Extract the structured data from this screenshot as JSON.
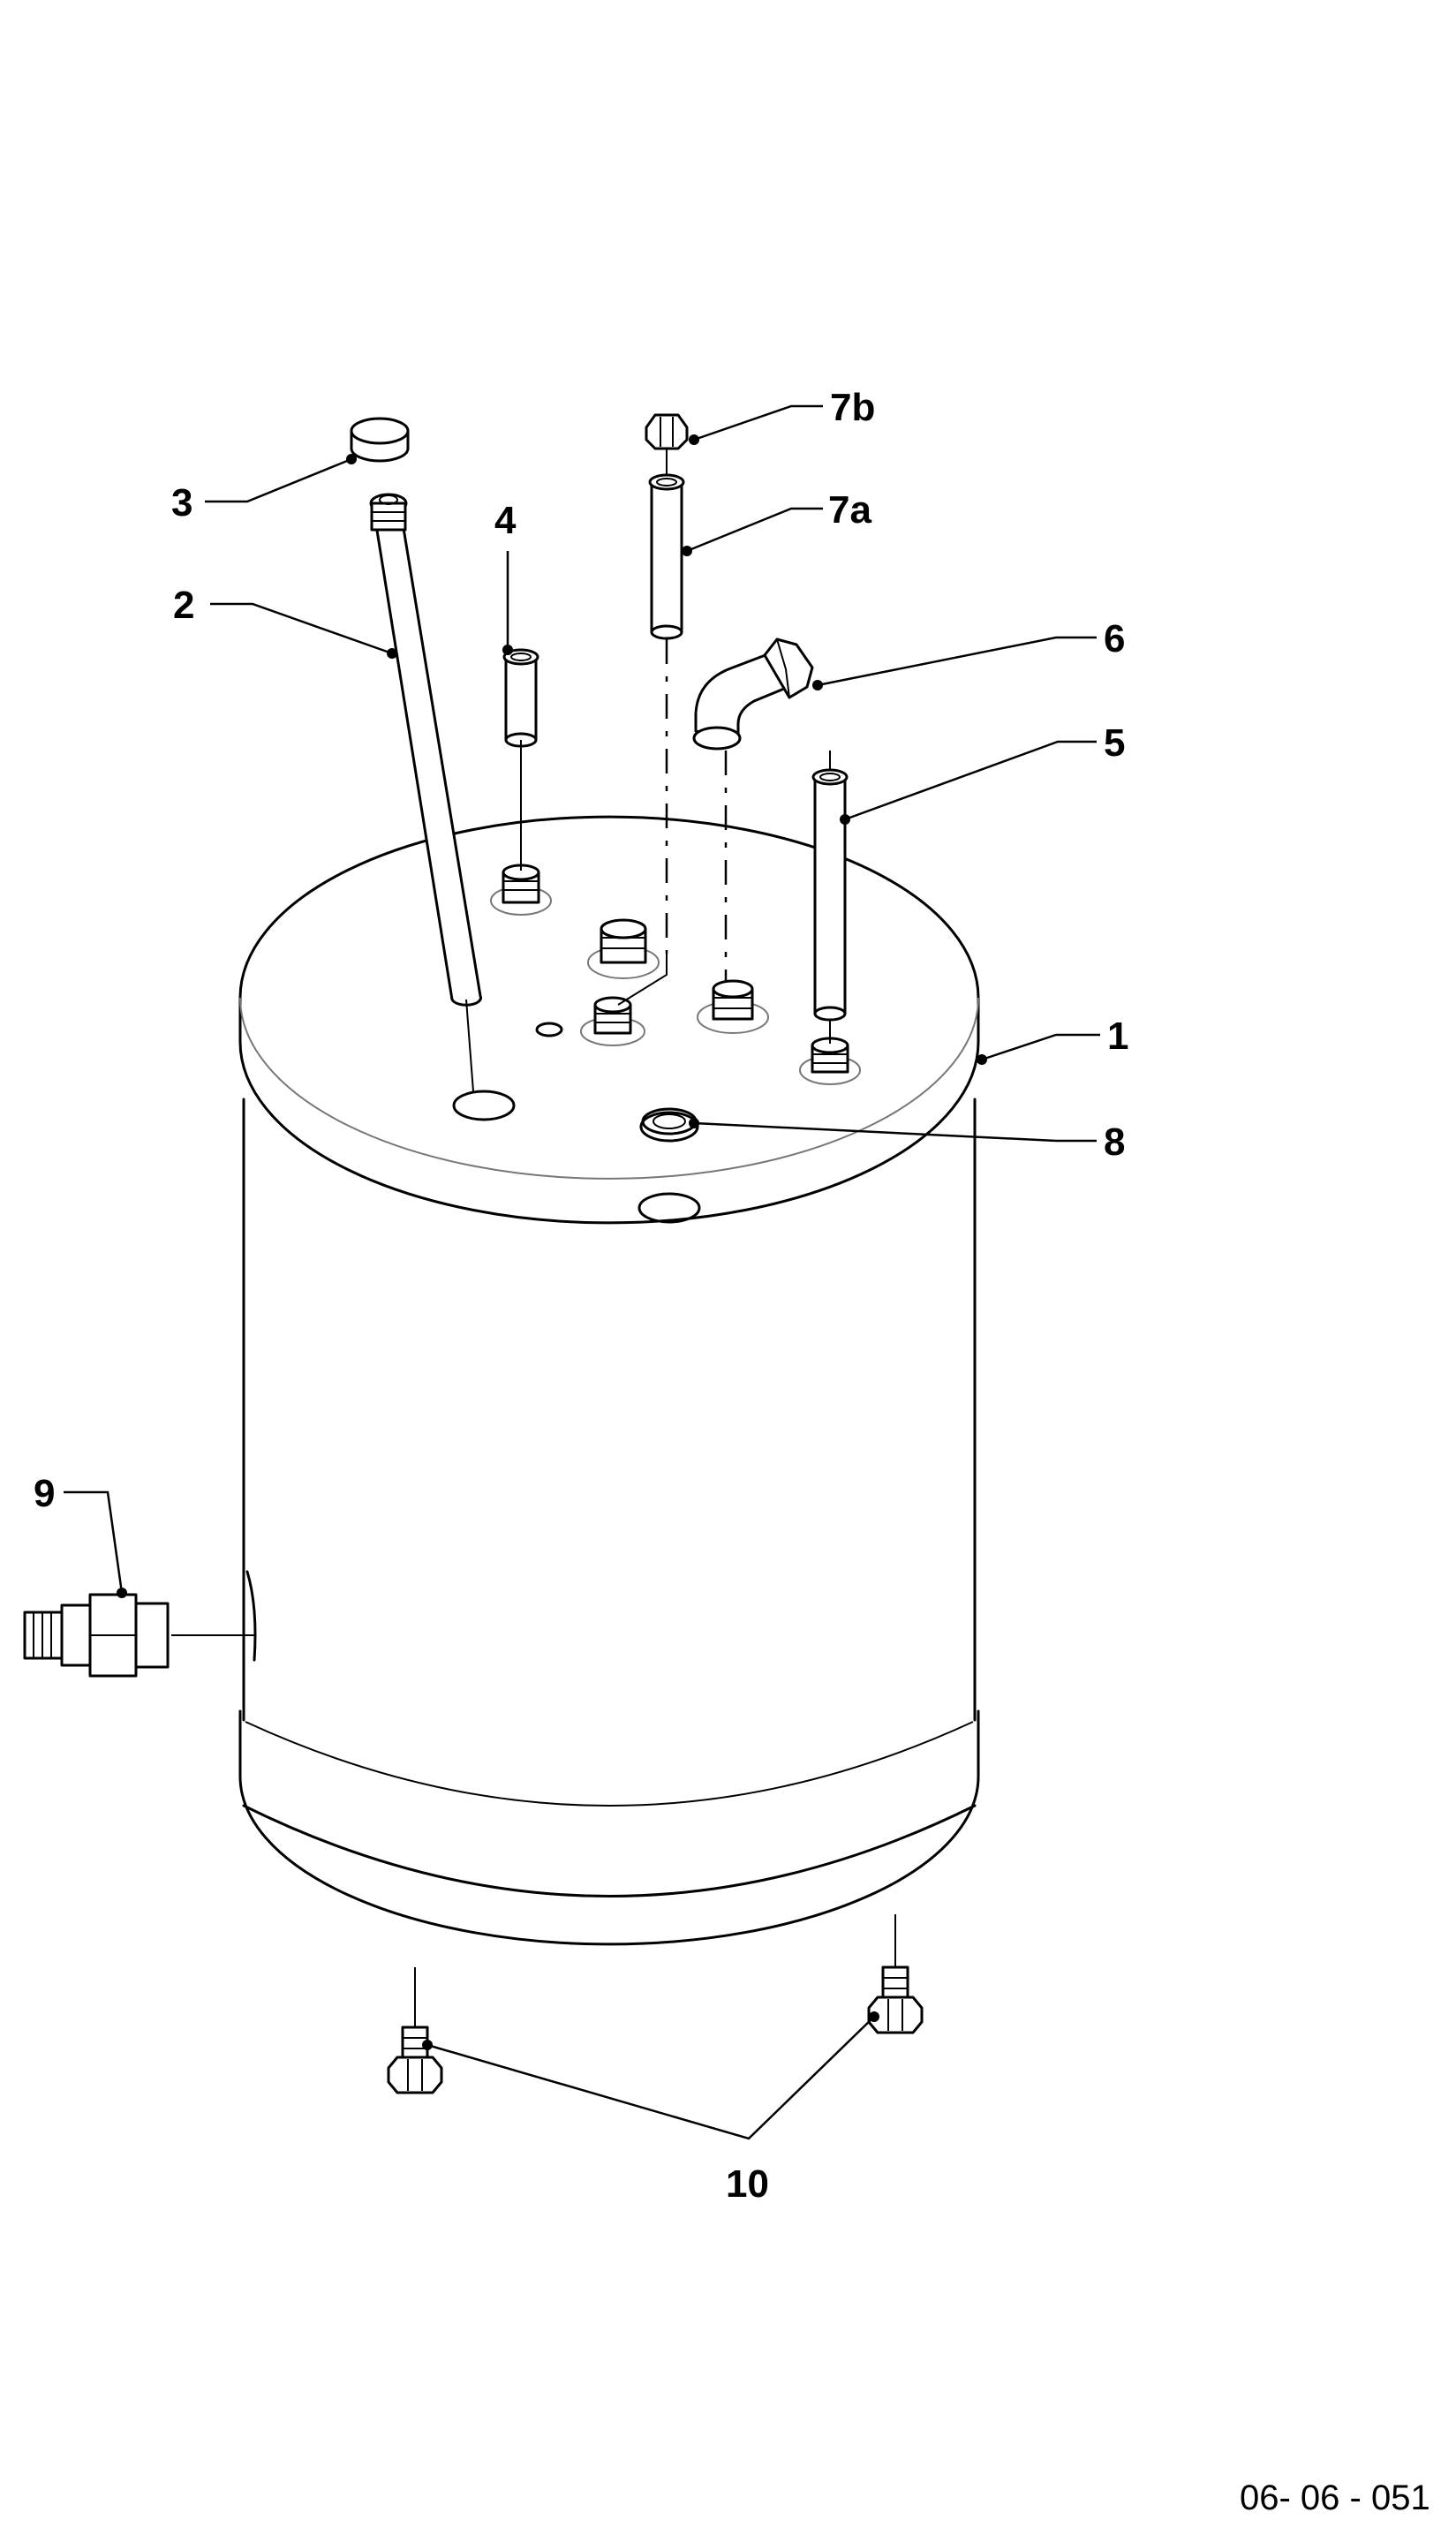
{
  "callouts": {
    "p1": "1",
    "p2": "2",
    "p3": "3",
    "p4": "4",
    "p5": "5",
    "p6": "6",
    "p7a": "7a",
    "p7b": "7b",
    "p8": "8",
    "p9": "9",
    "p10": "10"
  },
  "drawing_code": "06- 06 - 051"
}
